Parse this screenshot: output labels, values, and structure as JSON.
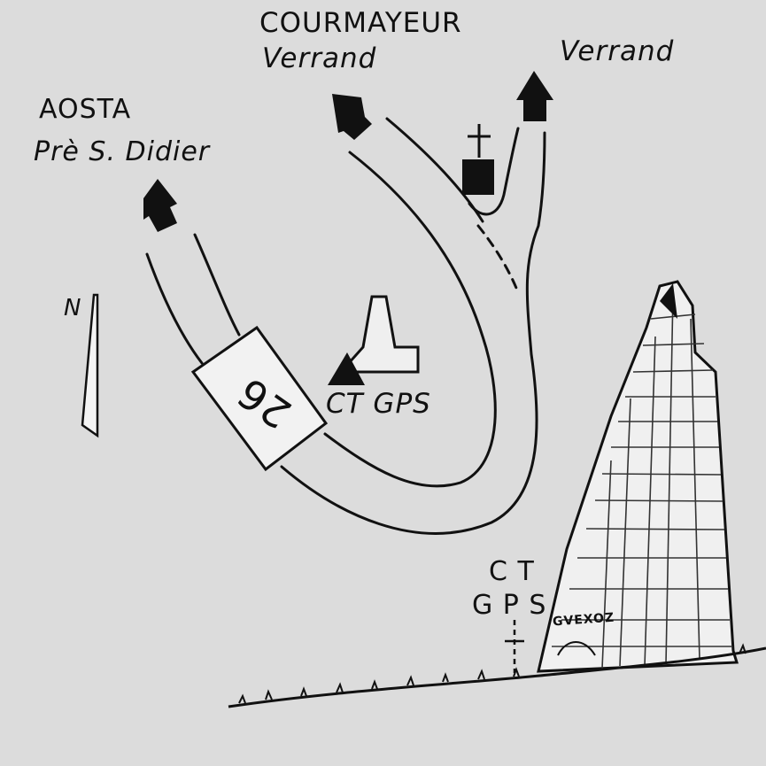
{
  "labels": {
    "aosta": "AOSTA",
    "pre_s_didier": "Prè S. Didier",
    "courmayeur": "COURMAYEUR",
    "verrand_left": "Verrand",
    "verrand_right": "Verrand",
    "north": "N",
    "ct_gps_road": "CT GPS",
    "ct_top": "C T",
    "gps_bottom": "G P S",
    "road_number": "26",
    "stone_inscription": "GVEXOZ"
  },
  "colors": {
    "background": "#dcdcdc",
    "ink": "#111111"
  },
  "icons": [
    "north-arrow-icon",
    "cross-icon",
    "chapel-icon",
    "benchmark-triangle-icon",
    "direction-arrow-icon"
  ]
}
